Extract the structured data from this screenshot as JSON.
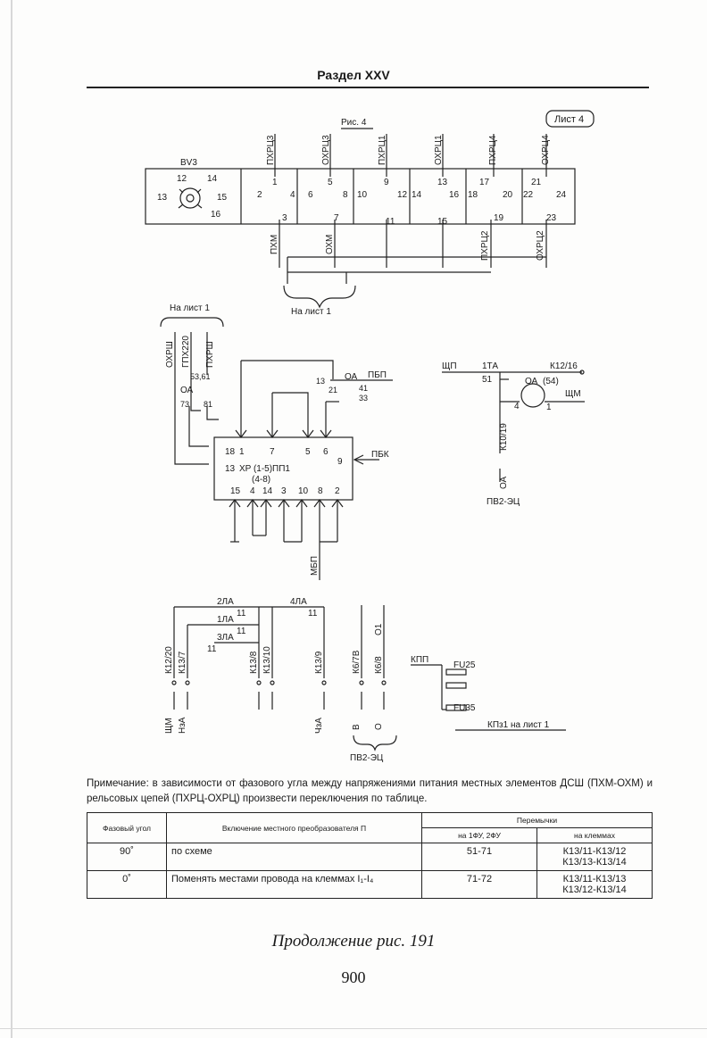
{
  "section_header": "Раздел XXV",
  "figure_label": "Рис. 4",
  "sheet_badge": "Лист 4",
  "panel": {
    "bv3": "BV3",
    "bv3_contacts": [
      "12",
      "14",
      "13",
      "15",
      "16"
    ],
    "top_labels": [
      "ПХРЦ3",
      "ОХРЦ3",
      "ПХРЦ1",
      "ОХРЦ1",
      "ПХРЦ4",
      "ОХРЦ4"
    ],
    "relays": [
      {
        "left": "2",
        "top": "1",
        "right": "4",
        "bottom": "3"
      },
      {
        "left": "6",
        "top": "5",
        "right": "8",
        "bottom": "7"
      },
      {
        "left": "10",
        "top": "9",
        "right": "12",
        "bottom": "11"
      },
      {
        "left": "14",
        "top": "13",
        "right": "16",
        "bottom": "15"
      },
      {
        "left": "18",
        "top": "17",
        "right": "20",
        "bottom": "19"
      },
      {
        "left": "22",
        "top": "21",
        "right": "24",
        "bottom": "23"
      }
    ],
    "bottom_labels": [
      "ПХМ",
      "ОХМ",
      "ПХРЦ2",
      "ОХРЦ2"
    ],
    "brace_label": "На лист 1"
  },
  "block": {
    "na_list_1": "На лист 1",
    "left_labels": [
      "ОХРШ",
      "ГПХ220",
      "ПХРШ"
    ],
    "oa_left": "ОА",
    "contacts_left": [
      "53,61",
      "73",
      "81"
    ],
    "oa_top": "ОА",
    "pbp": "ПБП",
    "contacts_top": [
      "13",
      "21",
      "41",
      "33"
    ],
    "top_pins": [
      "18",
      "1",
      "7",
      "5",
      "6"
    ],
    "pin_9": "9",
    "pbk": "ПБК",
    "pin_13": "13",
    "xp_line1": "XP (1-5)ПП1",
    "xp_line2": "(4-8)",
    "bottom_pins": [
      "15",
      "4",
      "14",
      "3",
      "10",
      "8",
      "2"
    ],
    "mbp": "МБП"
  },
  "ta": {
    "shchp": "ЩП",
    "ta": "1ТА",
    "k12_16": "К12/16",
    "n51": "51",
    "oa": "ОА",
    "oa_num": "(54)",
    "shchm": "ЩМ",
    "n4": "4",
    "n1": "1",
    "k10_19": "К10/19",
    "oa_bottom": "ОА",
    "pv2_ets": "ПВ2-ЭЦ"
  },
  "lamps": {
    "l2la": "2ЛА",
    "l4la": "4ЛА",
    "l1la": "1ЛА",
    "l3la": "3ЛА",
    "n11": "11",
    "vertical_labels": [
      "К12/20",
      "К13/7",
      "К13/8",
      "К13/10",
      "К13/9",
      "К6/7В",
      "К6/8",
      "О1"
    ],
    "bottom_labels": [
      "ЩМ",
      "НзА",
      "ЧзА",
      "В",
      "О"
    ],
    "pv2_ets": "ПВ2-ЭЦ"
  },
  "fuses": {
    "kpp": "КПП",
    "fu25": "FU25",
    "fu35": "FU35",
    "kpz1": "КПз1 на лист 1"
  },
  "note": "Примечание: в зависимости от фазового угла между напряжениями питания местных элементов ДСШ (ПХМ-ОХМ) и рельсовых цепей (ПХРЦ-ОХРЦ) произвести переключения по таблице.",
  "table": {
    "headers": {
      "phase": "Фазовый угол",
      "inclusion": "Включение местного преобразователя П",
      "jumpers": "Перемычки",
      "on_fu": "на 1ФУ, 2ФУ",
      "on_terminals": "на клеммах"
    },
    "rows": [
      {
        "phase": "90˚",
        "inclusion": "по схеме",
        "fu": "51-71",
        "terminals_1": "К13/11-К13/12",
        "terminals_2": "К13/13-К13/14"
      },
      {
        "phase": "0˚",
        "inclusion": "Поменять местами провода на клеммах I₁-I₄",
        "fu": "71-72",
        "terminals_1": "К13/11-К13/13",
        "terminals_2": "К13/12-К13/14"
      }
    ]
  },
  "caption": "Продолжение рис. 191",
  "page_number": "900"
}
